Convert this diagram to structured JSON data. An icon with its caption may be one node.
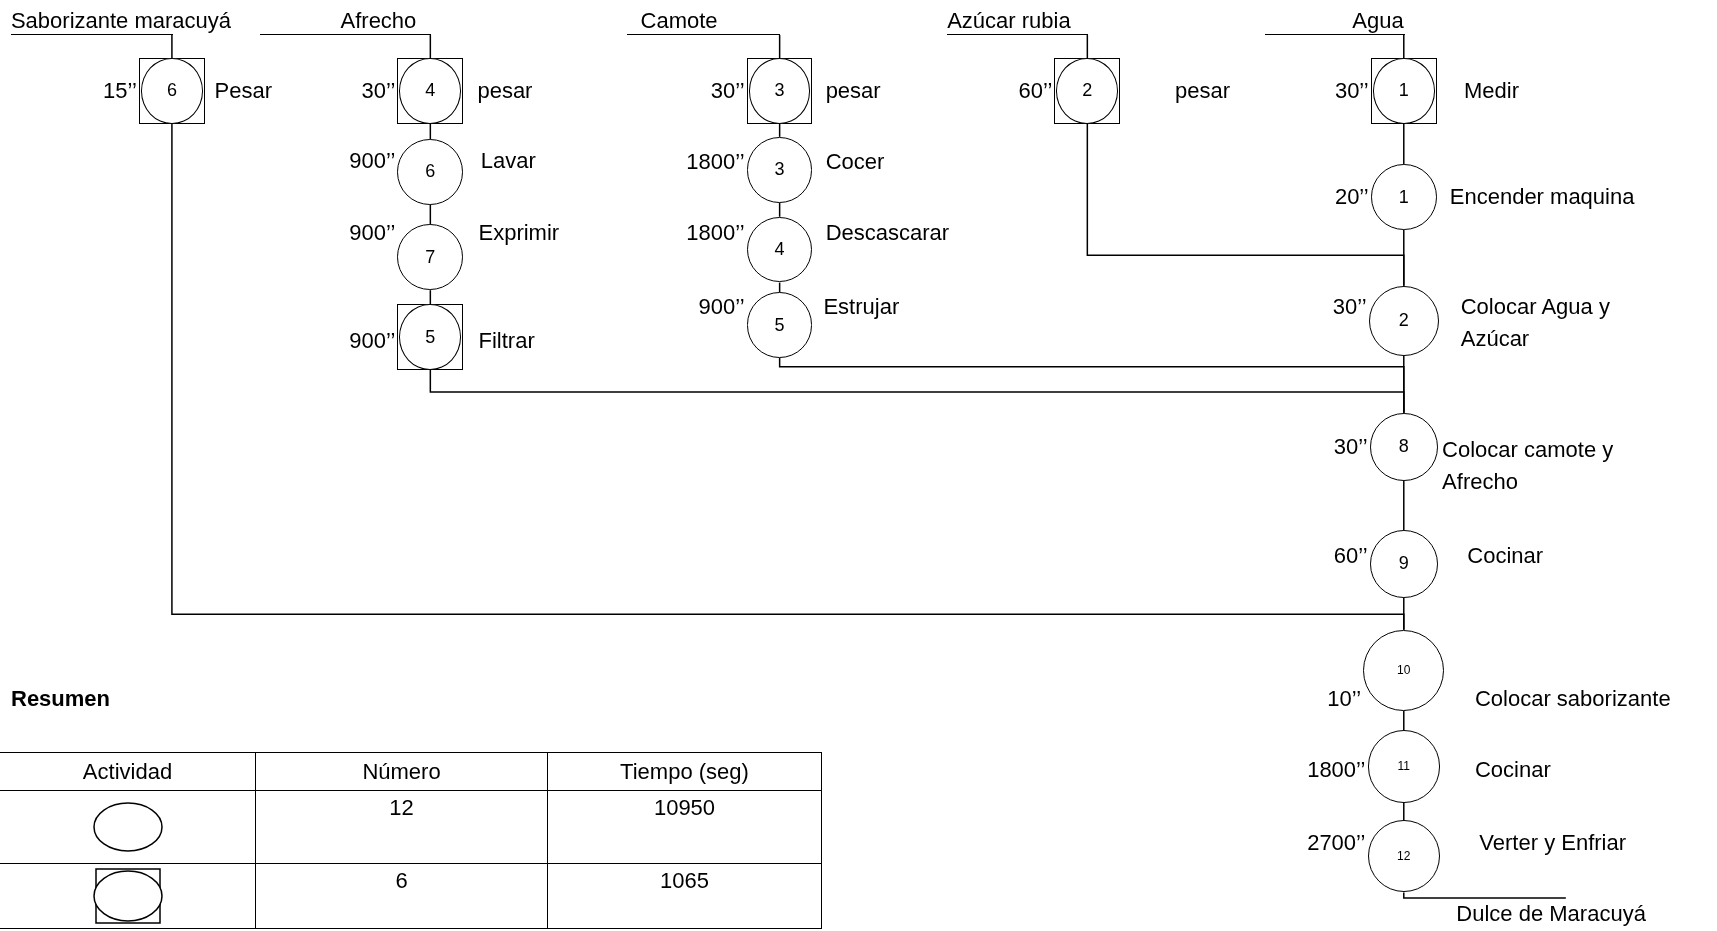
{
  "diagram": {
    "nodes": [
      {
        "text": [
          "Saborizante maracuyá"
        ]
      },
      {
        "text": [
          "Afrecho"
        ]
      },
      {
        "text": [
          "Camote"
        ]
      },
      {
        "text": [
          "Azúcar rubia"
        ]
      },
      {
        "text": [
          "Agua"
        ]
      },
      {
        "text": [
          "6"
        ],
        "beside": [
          "15’’",
          "Pesar"
        ]
      },
      {
        "text": [
          "4"
        ],
        "beside": [
          "30’’",
          "pesar"
        ]
      },
      {
        "text": [
          "6"
        ],
        "beside": [
          "900’’",
          "Lavar"
        ]
      },
      {
        "text": [
          "7"
        ],
        "beside": [
          "900’’",
          "Exprimir"
        ]
      },
      {
        "text": [
          "5"
        ],
        "beside": [
          "900’’",
          "Filtrar"
        ]
      },
      {
        "text": [
          "3"
        ],
        "beside": [
          "30’’",
          "pesar"
        ]
      },
      {
        "text": [
          "3"
        ],
        "beside": [
          "1800’’",
          "Cocer"
        ]
      },
      {
        "text": [
          "4"
        ],
        "beside": [
          "1800’’",
          "Descascarar"
        ]
      },
      {
        "text": [
          "5"
        ],
        "beside": [
          "900’’",
          "Estrujar"
        ]
      },
      {
        "text": [
          "2"
        ],
        "beside": [
          "60’’",
          "pesar"
        ]
      },
      {
        "text": [
          "1"
        ],
        "beside": [
          "30’’",
          "Medir"
        ]
      },
      {
        "text": [
          "1"
        ],
        "beside": [
          "20’’",
          "Encender maquina"
        ]
      },
      {
        "text": [
          "2"
        ],
        "beside": [
          "30’’",
          "Colocar Agua y Azúcar"
        ]
      },
      {
        "text": [
          "8"
        ],
        "beside": [
          "30’’",
          "Colocar camote y Afrecho"
        ]
      },
      {
        "text": [
          "9"
        ],
        "beside": [
          "60’’",
          "Cocinar"
        ]
      },
      {
        "text": [
          "10"
        ],
        "beside": [
          "10’’",
          "Colocar saborizante"
        ]
      },
      {
        "text": [
          "11"
        ],
        "beside": [
          "1800’’",
          "Cocinar"
        ]
      },
      {
        "text": [
          "12"
        ],
        "beside": [
          "2700’’",
          "Verter y Enfriar"
        ]
      },
      {
        "text": [
          "Dulce de Maracuyá"
        ]
      }
    ],
    "edges": [
      {
        "from": 0,
        "to": 5,
        "arrow": "none"
      },
      {
        "from": 1,
        "to": 6,
        "arrow": "none"
      },
      {
        "from": 6,
        "to": 7,
        "arrow": "none"
      },
      {
        "from": 7,
        "to": 8,
        "arrow": "none"
      },
      {
        "from": 8,
        "to": 9,
        "arrow": "none"
      },
      {
        "from": 2,
        "to": 10,
        "arrow": "none"
      },
      {
        "from": 10,
        "to": 11,
        "arrow": "none"
      },
      {
        "from": 11,
        "to": 12,
        "arrow": "none"
      },
      {
        "from": 12,
        "to": 13,
        "arrow": "none"
      },
      {
        "from": 3,
        "to": 14,
        "arrow": "none"
      },
      {
        "from": 4,
        "to": 15,
        "arrow": "none"
      },
      {
        "from": 15,
        "to": 16,
        "arrow": "none"
      },
      {
        "from": 16,
        "to": 17,
        "arrow": "none"
      },
      {
        "from": 14,
        "to": 17,
        "arrow": "none"
      },
      {
        "from": 17,
        "to": 18,
        "arrow": "none"
      },
      {
        "from": 13,
        "to": 18,
        "arrow": "none"
      },
      {
        "from": 9,
        "to": 18,
        "arrow": "none"
      },
      {
        "from": 18,
        "to": 19,
        "arrow": "none"
      },
      {
        "from": 19,
        "to": 20,
        "arrow": "none"
      },
      {
        "from": 5,
        "to": 20,
        "arrow": "none"
      },
      {
        "from": 20,
        "to": 21,
        "arrow": "none"
      },
      {
        "from": 21,
        "to": 22,
        "arrow": "none"
      },
      {
        "from": 22,
        "to": 23,
        "arrow": "none"
      }
    ],
    "labels": [
      "Resumen",
      "Actividad",
      "Número",
      "Tiempo (seg)",
      "12",
      "10950",
      "6",
      "1065"
    ]
  }
}
